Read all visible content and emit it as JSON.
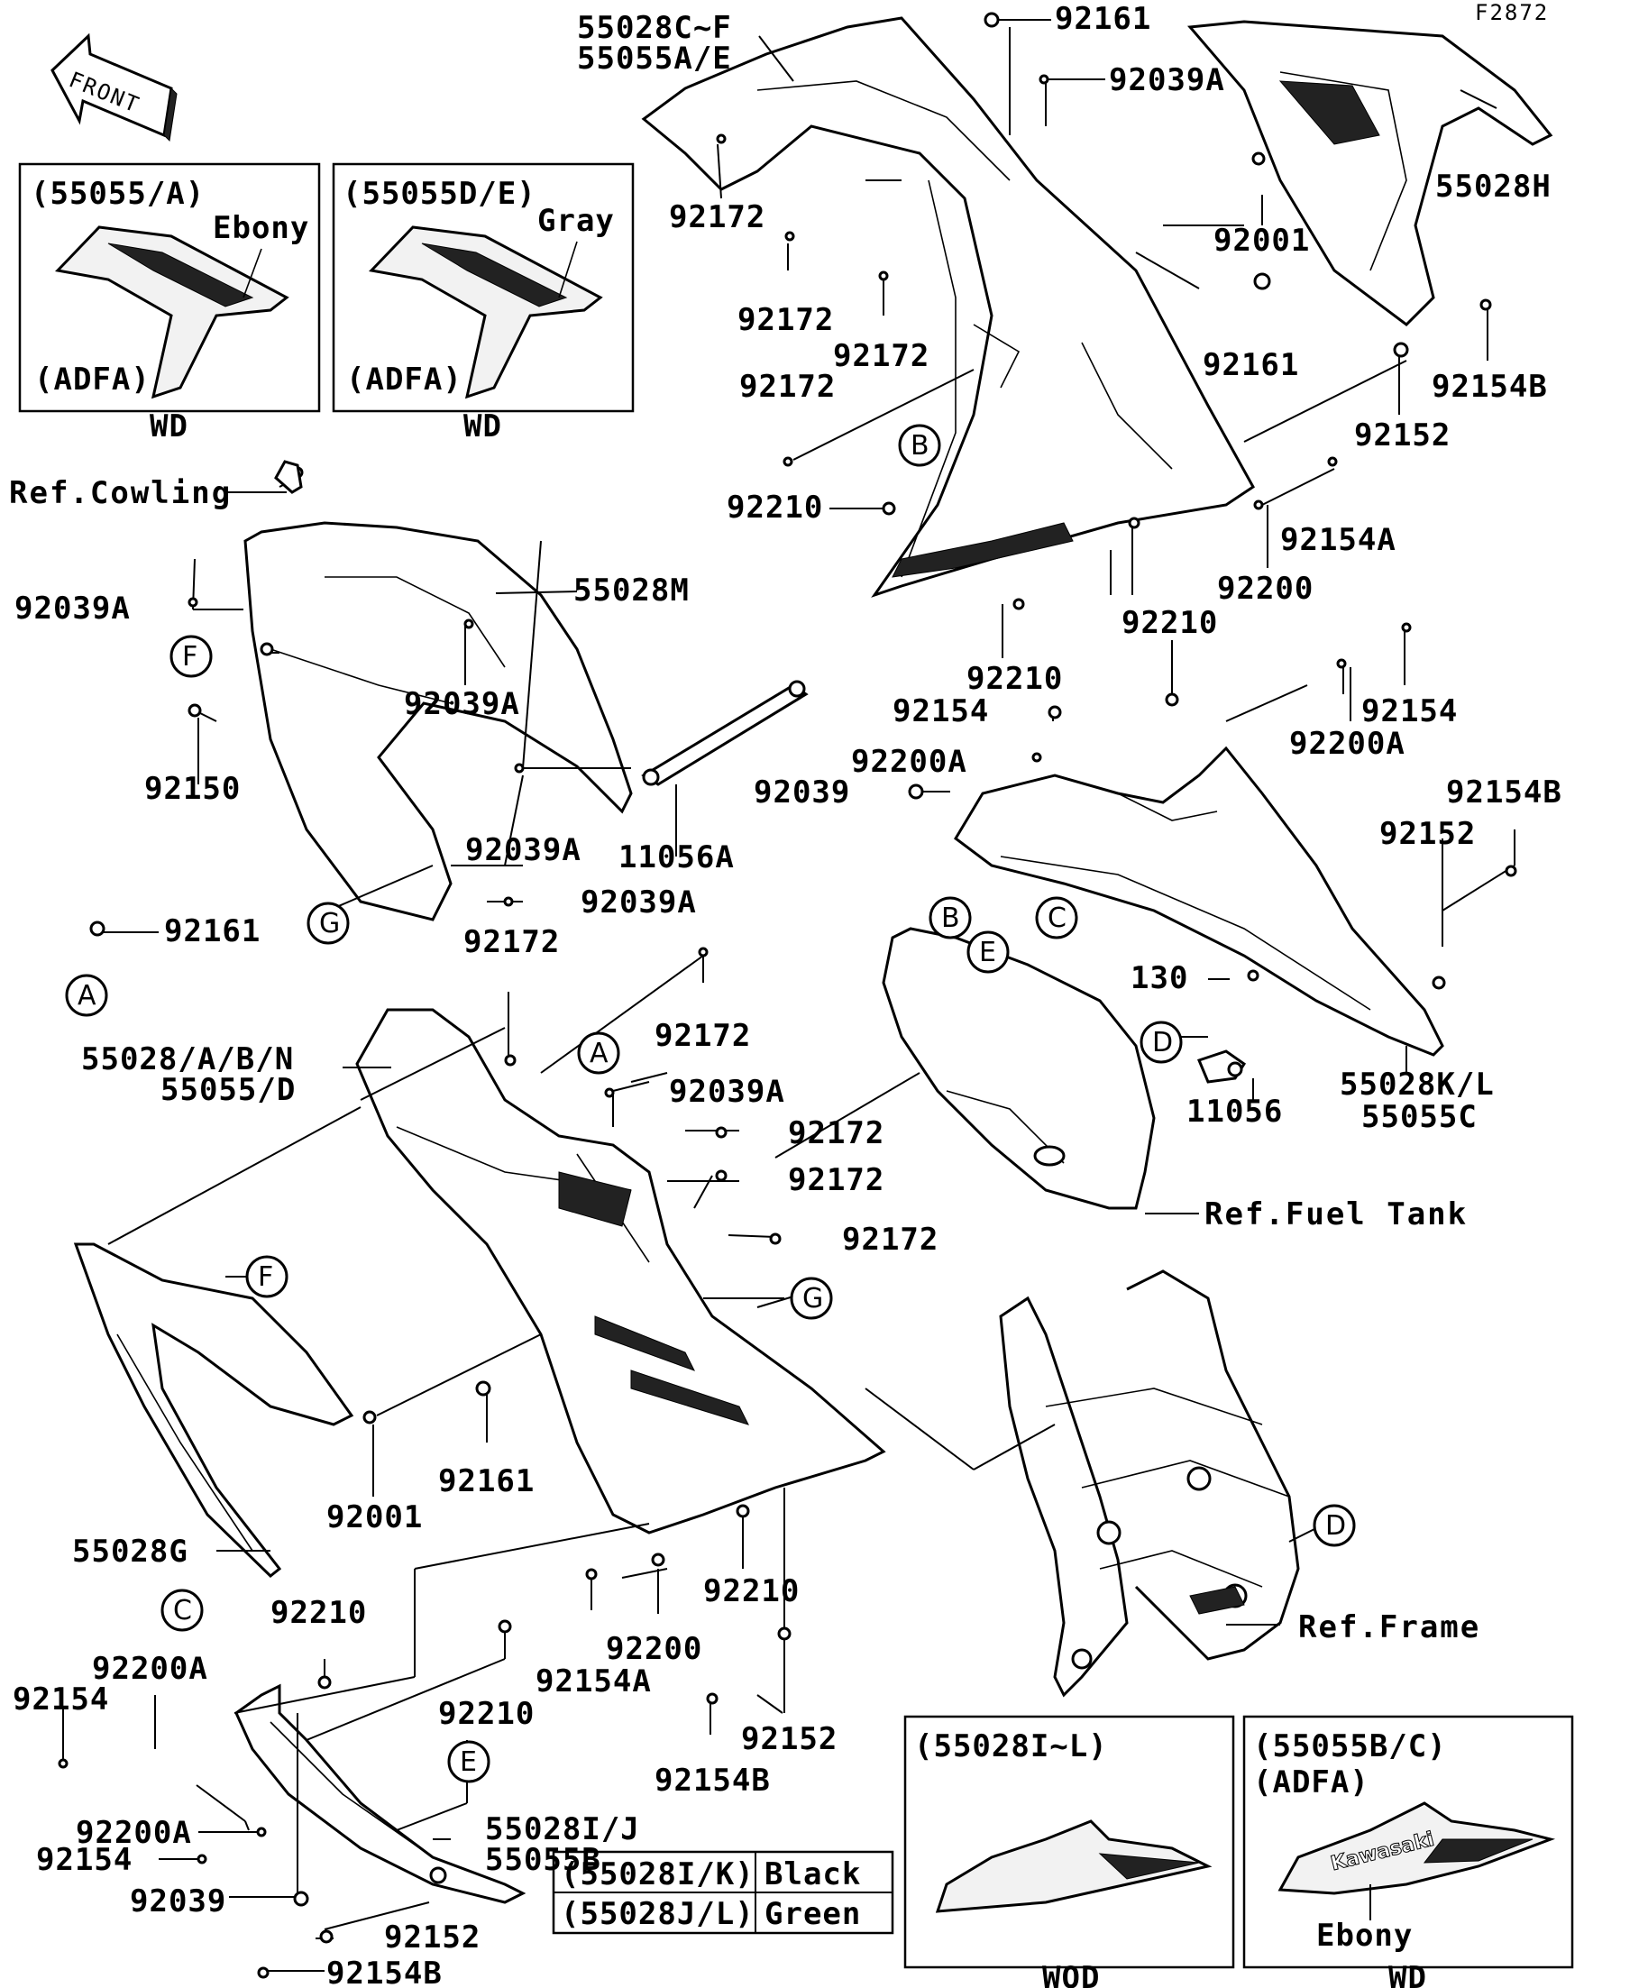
{
  "figure_code": "F2872",
  "front_label": "FRONT",
  "part_numbers": {
    "p55028c_f": "55028C~F",
    "p55055a_e": "55055A/E",
    "p92161_top": "92161",
    "p92039a_top": "92039A",
    "p55028h": "55028H",
    "p92172_a": "92172",
    "p92001_a": "92001",
    "p92172_b": "92172",
    "p92172_c": "92172",
    "p92161_b": "92161",
    "p92172_d": "92172",
    "p92154b_a": "92154B",
    "p92152_a": "92152",
    "p92210_a": "92210",
    "p92154a_a": "92154A",
    "p92200_a": "92200",
    "p92210_b": "92210",
    "p92210_c": "92210",
    "p92154_a": "92154",
    "p92154_b": "92154",
    "p92200a_a": "92200A",
    "p92200a_b": "92200A",
    "p92039_a": "92039",
    "p92154b_b": "92154B",
    "p92152_b": "92152",
    "p130": "130",
    "p11056": "11056",
    "p55028kl": "55028K/L",
    "p55055c": "55055C",
    "p92039a_b": "92039A",
    "p55028m": "55028M",
    "p92039a_c": "92039A",
    "p92150": "92150",
    "p92039a_d": "92039A",
    "p11056a": "11056A",
    "p92039a_e": "92039A",
    "p92161_c": "92161",
    "p92172_e": "92172",
    "p92172_f": "92172",
    "p55028_abn": "55028/A/B/N",
    "p55055d": "55055/D",
    "p92039a_f": "92039A",
    "p92172_g": "92172",
    "p92172_h": "92172",
    "p92172_i": "92172",
    "p92001_b": "92001",
    "p92161_d": "92161",
    "p55028g": "55028G",
    "p92210_d": "92210",
    "p92210_e": "92210",
    "p92200_b": "92200",
    "p92200a_c": "92200A",
    "p92154_c": "92154",
    "p92210_f": "92210",
    "p92154a_b": "92154A",
    "p92152_c": "92152",
    "p92154b_c": "92154B",
    "p92200a_d": "92200A",
    "p92154_d": "92154",
    "p55028ij": "55028I/J",
    "p55055b": "55055B",
    "p92039_b": "92039",
    "p92152_d": "92152",
    "p92154b_d": "92154B"
  },
  "references": {
    "cowling": "Ref.Cowling",
    "fuel_tank": "Ref.Fuel Tank",
    "frame": "Ref.Frame"
  },
  "callouts": {
    "A1": "A",
    "A2": "A",
    "B1": "B",
    "B2": "B",
    "C1": "C",
    "C2": "C",
    "D1": "D",
    "D2": "D",
    "E1": "E",
    "E2": "E",
    "F1": "F",
    "F2": "F",
    "G1": "G",
    "G2": "G"
  },
  "variant_boxes": {
    "box1": {
      "title": "(55055/A)",
      "color": "Ebony",
      "code": "(ADFA)",
      "footer": "WD"
    },
    "box2": {
      "title": "(55055D/E)",
      "color": "Gray",
      "code": "(ADFA)",
      "footer": "WD"
    },
    "box3": {
      "title": "(55028I~L)",
      "footer": "WOD"
    },
    "box4": {
      "title": "(55055B/C)",
      "code": "(ADFA)",
      "color": "Ebony",
      "footer": "WD",
      "logo_text": "Kawasaki"
    }
  },
  "color_table": {
    "rows": [
      {
        "part": "(55028I/K)",
        "color": "Black"
      },
      {
        "part": "(55028J/L)",
        "color": "Green"
      }
    ]
  }
}
